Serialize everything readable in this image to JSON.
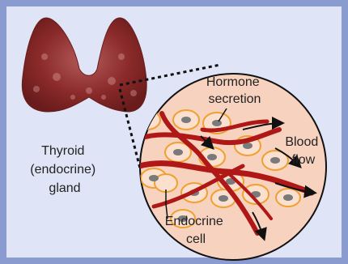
{
  "labels": {
    "hormone_secretion": [
      "Hormone",
      "secretion"
    ],
    "blood_flow": [
      "Blood",
      "flow"
    ],
    "thyroid_gland": [
      "Thyroid",
      "(endocrine)",
      "gland"
    ],
    "endocrine_cell": [
      "Endocrine",
      "cell"
    ]
  },
  "colors": {
    "frame": "#8a9bd0",
    "background": "#dfe5f6",
    "gland": "#8b2a2a",
    "circle_fill": "#f7d2bf",
    "blood_vessel": "#b01818",
    "cell_outline": "#f0a030",
    "nucleus": "#7a7a7a"
  }
}
